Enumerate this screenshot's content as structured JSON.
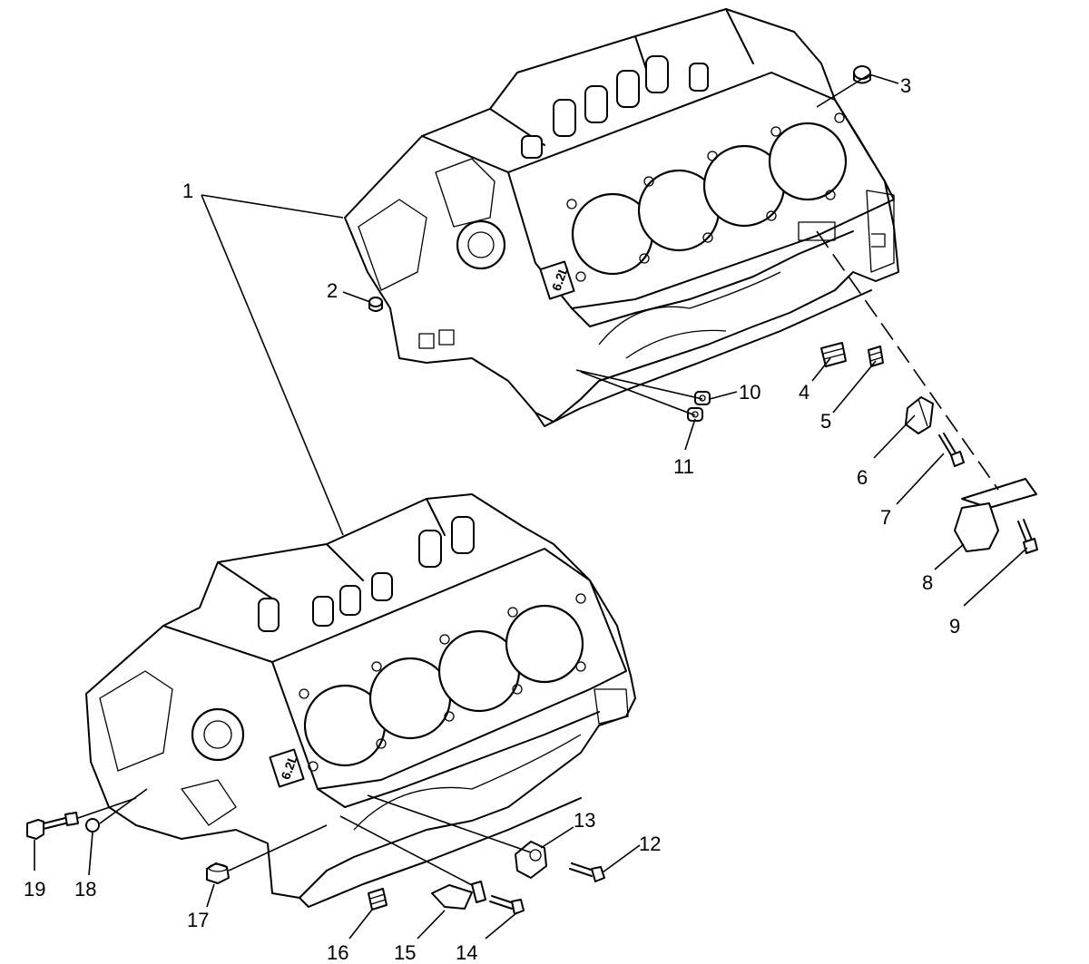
{
  "callouts": [
    {
      "id": "1",
      "label": "1"
    },
    {
      "id": "2",
      "label": "2"
    },
    {
      "id": "3",
      "label": "3"
    },
    {
      "id": "4",
      "label": "4"
    },
    {
      "id": "5",
      "label": "5"
    },
    {
      "id": "6",
      "label": "6"
    },
    {
      "id": "7",
      "label": "7"
    },
    {
      "id": "8",
      "label": "8"
    },
    {
      "id": "9",
      "label": "9"
    },
    {
      "id": "10",
      "label": "10"
    },
    {
      "id": "11",
      "label": "11"
    },
    {
      "id": "12",
      "label": "12"
    },
    {
      "id": "13",
      "label": "13"
    },
    {
      "id": "14",
      "label": "14"
    },
    {
      "id": "15",
      "label": "15"
    },
    {
      "id": "16",
      "label": "16"
    },
    {
      "id": "17",
      "label": "17"
    },
    {
      "id": "18",
      "label": "18"
    },
    {
      "id": "19",
      "label": "19"
    }
  ],
  "block_marking": "6.2L",
  "colors": {
    "ink": "#000000",
    "paper": "#ffffff"
  }
}
